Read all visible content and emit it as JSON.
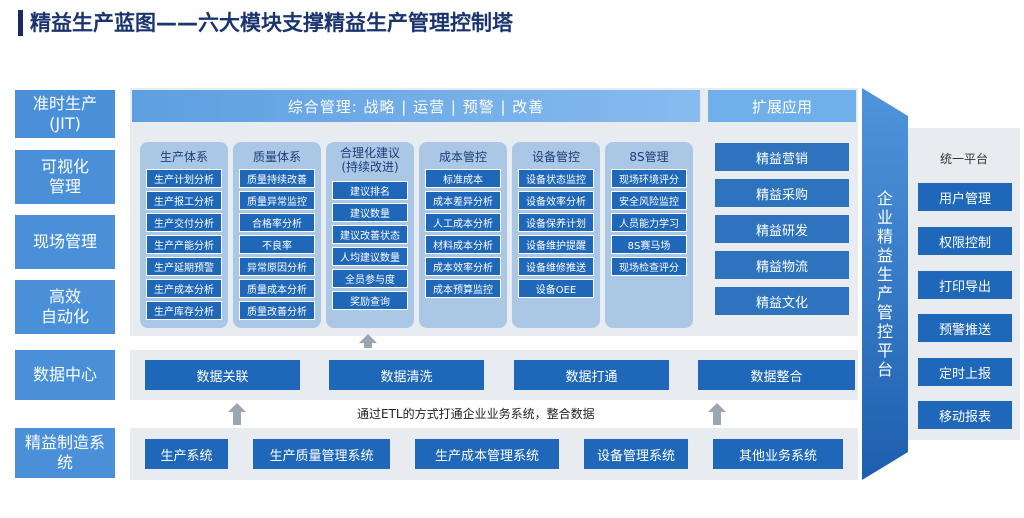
{
  "title": "精益生产蓝图——六大模块支撑精益生产管理控制塔",
  "left_labels": [
    "准时生产\n(JIT)",
    "可视化\n管理",
    "现场管理",
    "高效\n自动化",
    "数据中心",
    "精益制造系\n统"
  ],
  "control_header": "综合管理: 战略 | 运营 | 预警 | 改善",
  "modules": [
    {
      "title": "生产体系",
      "items": [
        "生产计划分析",
        "生产报工分析",
        "生产交付分析",
        "生产产能分析",
        "生产延期预警",
        "生产成本分析",
        "生产库存分析"
      ]
    },
    {
      "title": "质量体系",
      "items": [
        "质量持续改善",
        "质量异常监控",
        "合格率分析",
        "不良率",
        "异常原因分析",
        "质量成本分析",
        "质量改善分析"
      ]
    },
    {
      "title": "合理化建议\n(持续改进)",
      "items": [
        "建议排名",
        "建议数量",
        "建议改善状态",
        "人均建议数量",
        "全员参与度",
        "奖励查询"
      ]
    },
    {
      "title": "成本管控",
      "items": [
        "标准成本",
        "成本差异分析",
        "人工成本分析",
        "材料成本分析",
        "成本效率分析",
        "成本预算监控"
      ]
    },
    {
      "title": "设备管控",
      "items": [
        "设备状态监控",
        "设备效率分析",
        "设备保养计划",
        "设备维护提醒",
        "设备维修推送",
        "设备OEE"
      ]
    },
    {
      "title": "8S管理",
      "items": [
        "现场环境评分",
        "安全风险监控",
        "人员能力学习",
        "8S赛马场",
        "现场检查评分"
      ]
    }
  ],
  "extension": {
    "header": "扩展应用",
    "items": [
      "精益营销",
      "精益采购",
      "精益研发",
      "精益物流",
      "精益文化"
    ]
  },
  "data_center": [
    "数据关联",
    "数据清洗",
    "数据打通",
    "数据整合"
  ],
  "etl_text": "通过ETL的方式打通企业业务系统，整合数据",
  "systems": [
    "生产系统",
    "生产质量管理系统",
    "生产成本管理系统",
    "设备管理系统",
    "其他业务系统"
  ],
  "tower_chars": [
    "企",
    "业",
    "精",
    "益",
    "生",
    "产",
    "管",
    "控",
    "平",
    "台"
  ],
  "unified": {
    "header": "统一平台",
    "items": [
      "用户管理",
      "权限控制",
      "打印导出",
      "预警推送",
      "定时上报",
      "移动报表"
    ]
  }
}
